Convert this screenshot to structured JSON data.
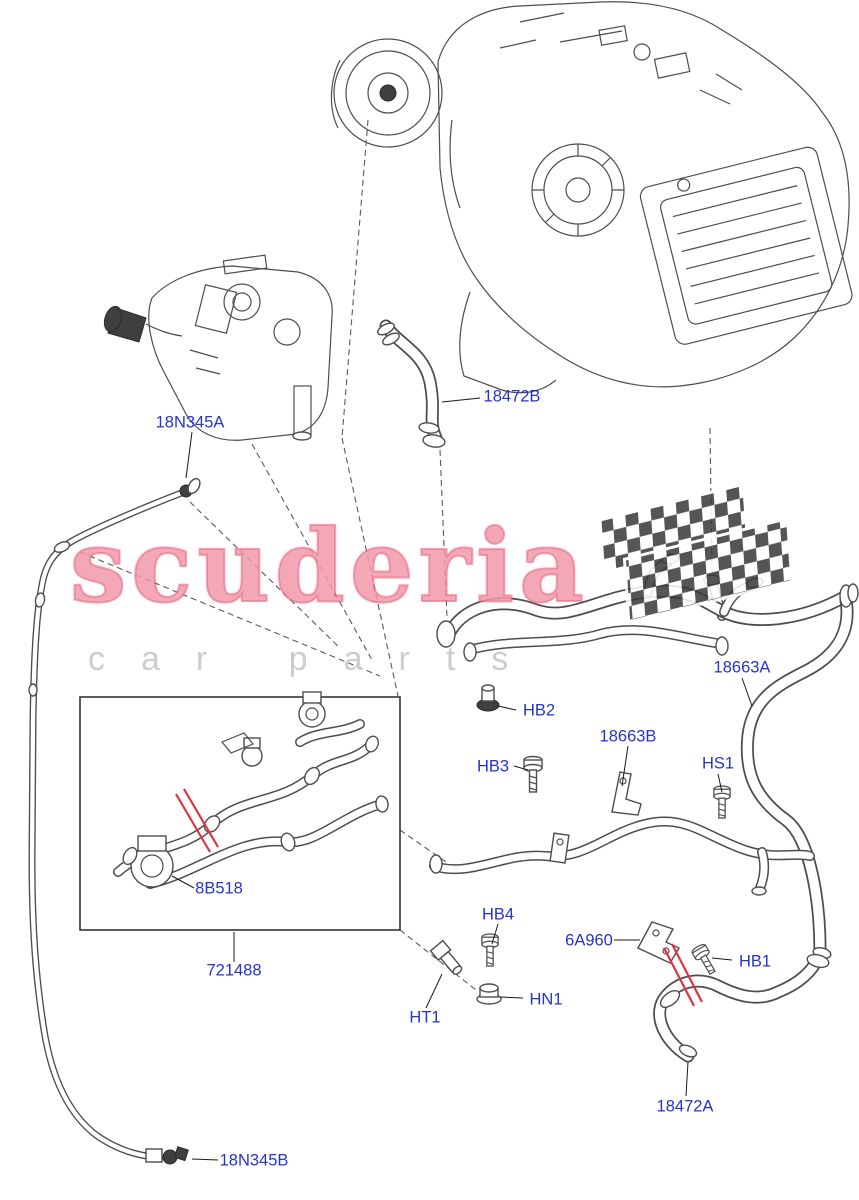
{
  "diagram": {
    "description": "Exploded parts diagram of heater hoses and auxiliary coolant pump with HVAC unit",
    "labels": [
      {
        "text": "18N345A"
      },
      {
        "text": "18472B"
      },
      {
        "text": "18663A"
      },
      {
        "text": "HB2"
      },
      {
        "text": "18663B"
      },
      {
        "text": "HB3"
      },
      {
        "text": "HS1"
      },
      {
        "text": "8B518"
      },
      {
        "text": "721488"
      },
      {
        "text": "HB4"
      },
      {
        "text": "6A960"
      },
      {
        "text": "HB1"
      },
      {
        "text": "HT1"
      },
      {
        "text": "HN1"
      },
      {
        "text": "18472A"
      },
      {
        "text": "18N345B"
      }
    ]
  },
  "watermark": {
    "brand": "scuderia",
    "tagline": "car parts"
  },
  "colors": {
    "label_blue": "#2633cc",
    "line_gray": "#4d4d4d",
    "watermark_pink": "#f3a0b1",
    "tagline_gray": "#cdcdcd",
    "highlight_red": "#e03240"
  }
}
